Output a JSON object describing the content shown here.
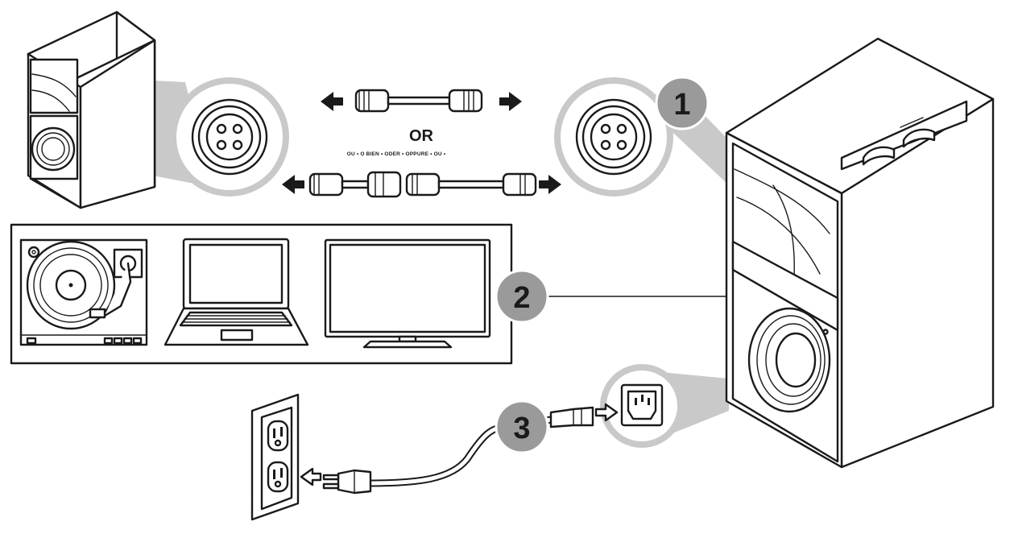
{
  "steps": [
    {
      "number": "1"
    },
    {
      "number": "2"
    },
    {
      "number": "3"
    }
  ],
  "cable_choice": {
    "or_label": "OR",
    "or_translations": "OU • O BIEN • ODER • OPPURE • OU •"
  },
  "sources": [
    {
      "device": "turntable-icon"
    },
    {
      "device": "laptop-icon"
    },
    {
      "device": "tv-icon"
    }
  ],
  "colors": {
    "ink": "#1a1a1a",
    "badge": "#9a9a9a",
    "zoom_band": "#c9c9c9"
  }
}
